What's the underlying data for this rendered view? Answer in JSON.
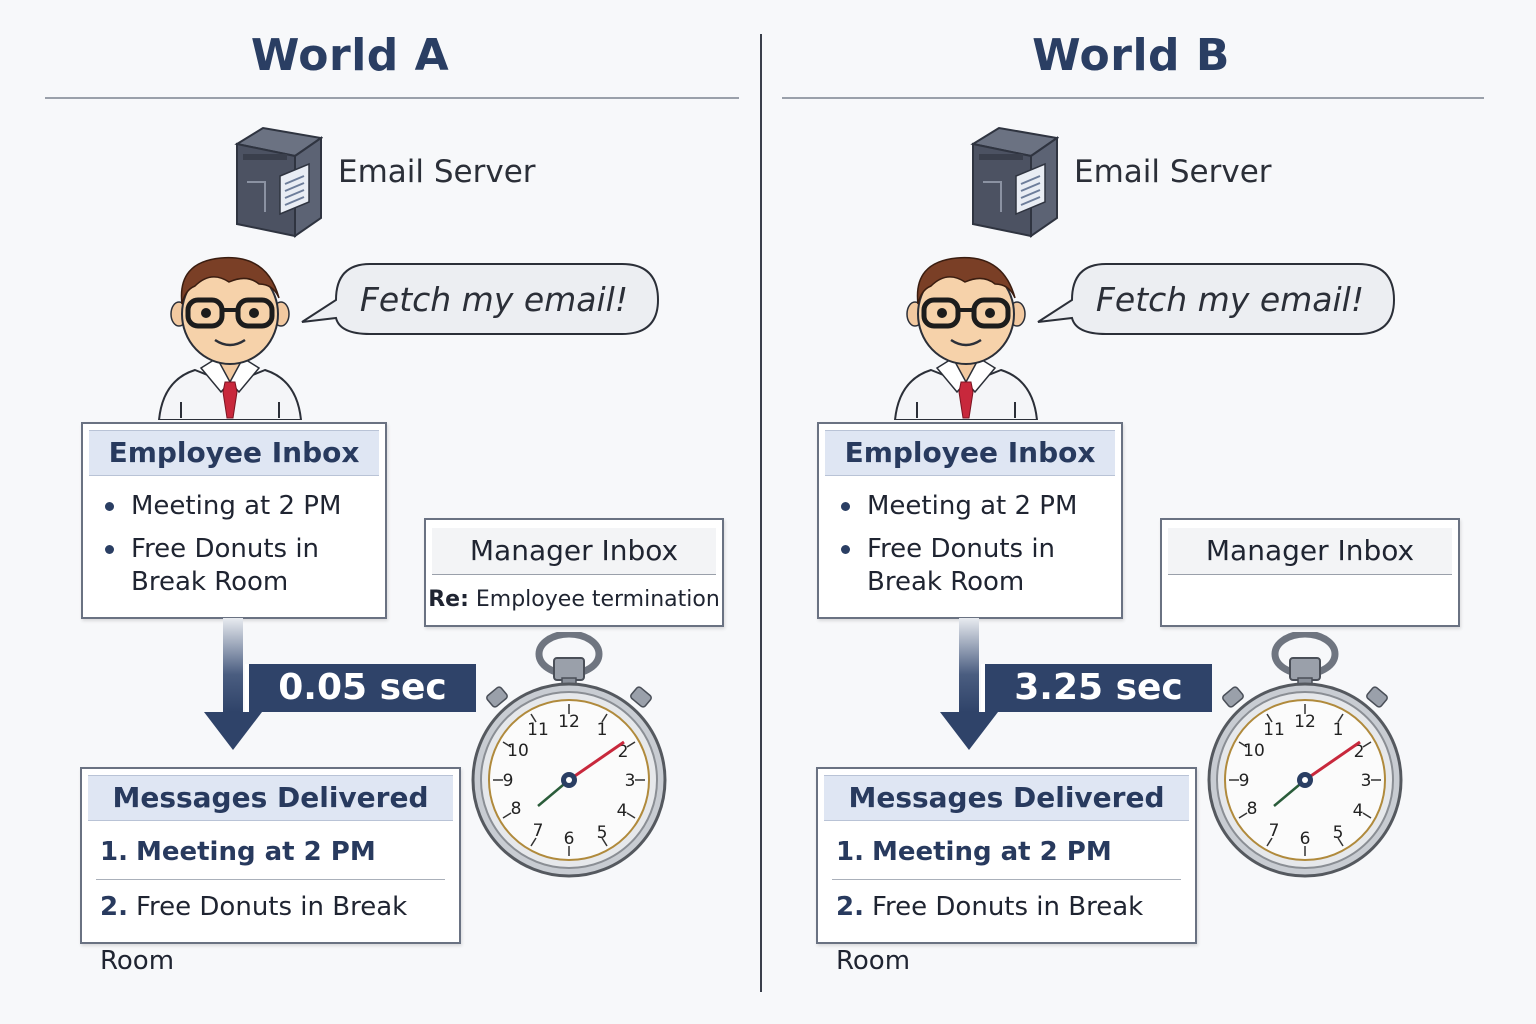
{
  "worlds": [
    {
      "id": "a",
      "title": "World A",
      "server_label": "Email Server",
      "speech": "Fetch my email!",
      "employee_inbox": {
        "title": "Employee Inbox",
        "items": [
          "Meeting at 2 PM",
          "Free Donuts in Break Room"
        ]
      },
      "manager_inbox": {
        "title": "Manager Inbox",
        "item_prefix": "Re:",
        "item_text": "Employee termination"
      },
      "timing": "0.05 sec",
      "delivered": {
        "title": "Messages Delivered",
        "items": [
          {
            "num": "1.",
            "text": "Meeting at 2 PM"
          },
          {
            "num": "2.",
            "text": "Free Donuts in Break Room"
          }
        ]
      }
    },
    {
      "id": "b",
      "title": "World B",
      "server_label": "Email Server",
      "speech": "Fetch my email!",
      "employee_inbox": {
        "title": "Employee Inbox",
        "items": [
          "Meeting at 2 PM",
          "Free Donuts in Break Room"
        ]
      },
      "manager_inbox": {
        "title": "Manager Inbox",
        "item_prefix": "",
        "item_text": ""
      },
      "timing": "3.25 sec",
      "delivered": {
        "title": "Messages Delivered",
        "items": [
          {
            "num": "1.",
            "text": "Meeting at 2 PM"
          },
          {
            "num": "2.",
            "text": "Free Donuts in Break Room"
          }
        ]
      }
    }
  ],
  "clock_numbers": [
    "12",
    "1",
    "2",
    "3",
    "4",
    "5",
    "6",
    "7",
    "8",
    "9",
    "10",
    "11"
  ],
  "colors": {
    "title": "#2a3e63",
    "timing_bg": "#2f4369",
    "header_bg": "#dfe6f3",
    "tie": "#c8283c"
  },
  "icons": [
    "server-icon",
    "person-icon",
    "speech-bubble-icon",
    "down-arrow-icon",
    "stopwatch-icon"
  ]
}
